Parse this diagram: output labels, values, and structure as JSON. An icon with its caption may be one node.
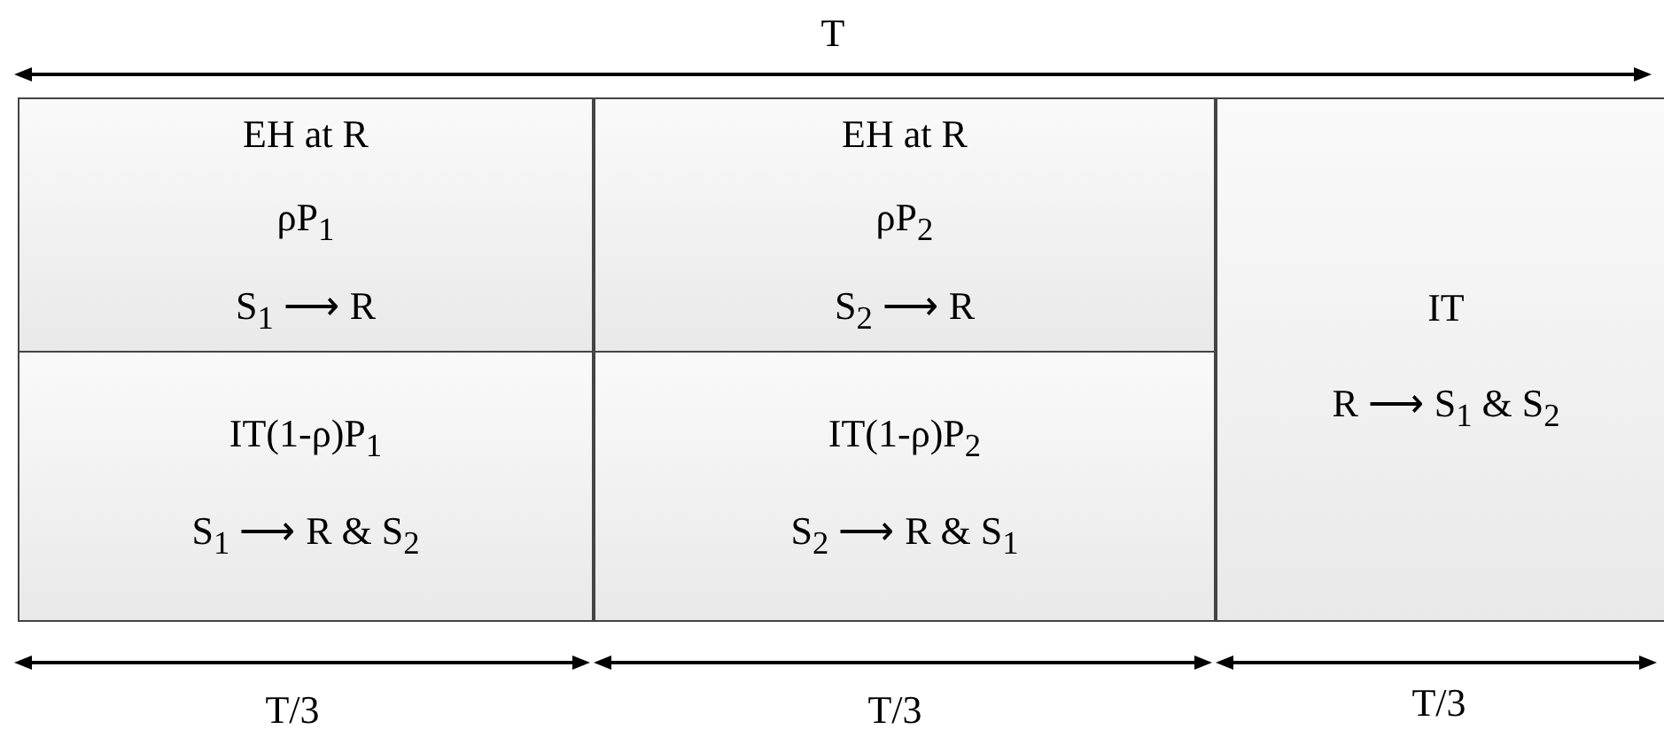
{
  "diagram": {
    "nodes": [
      {
        "text": [
          "EH at R",
          "ρP$_{1}$",
          "S$_{1}$ ⟶ R"
        ]
      },
      {
        "text": [
          "EH at R",
          "ρP$_{2}$",
          "S$_{2}$ ⟶ R"
        ]
      },
      {
        "text": [
          "IT",
          "R ⟶ S$_{1}$ & S$_{2}$"
        ]
      },
      {
        "text": [
          "IT(1-ρ)P$_{1}$",
          "S$_{1}$ ⟶ R & S$_{2}$"
        ]
      },
      {
        "text": [
          "IT(1-ρ)P$_{2}$",
          "S$_{2}$ ⟶ R & S$_{1}$"
        ]
      }
    ],
    "edges": [],
    "labels": [
      "T",
      "T/3",
      "T/3",
      "T/3"
    ]
  }
}
